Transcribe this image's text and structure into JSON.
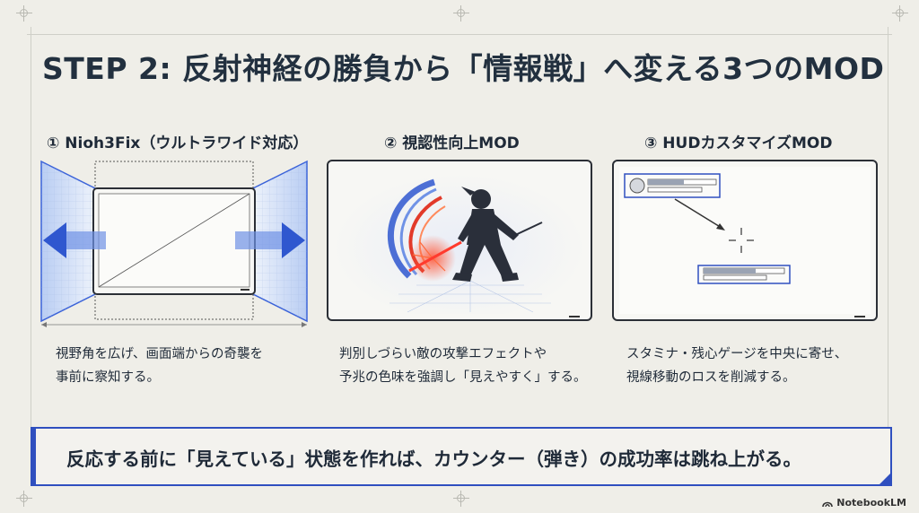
{
  "title": "STEP 2: 反射神経の勝負から「情報戦」へ変える3つのMOD",
  "panels": [
    {
      "heading": "① Nioh3Fix（ウルトラワイド対応）",
      "desc_lines": [
        "視野角を広げ、画面端からの奇襲を",
        "事前に察知する。"
      ]
    },
    {
      "heading": "② 視認性向上MOD",
      "desc_lines": [
        "判別しづらい敵の攻撃エフェクトや",
        "予兆の色味を強調し「見えやすく」する。"
      ]
    },
    {
      "heading": "③ HUDカスタマイズMOD",
      "desc_lines": [
        "スタミナ・残心ゲージを中央に寄せ、",
        "視線移動のロスを削減する。"
      ]
    }
  ],
  "bottom_message": "反応する前に「見えている」状態を作れば、カウンター（弾き）の成功率は跳ね上がる。",
  "watermark": "NotebookLM",
  "icons": [
    "arrow-left-icon",
    "arrow-right-icon",
    "crosshair-icon",
    "notebooklm-logo-icon"
  ],
  "colors": {
    "accent_blue": "#2f4fbf",
    "arrow_blue": "#3b63d9",
    "text_dark": "#1f2a38",
    "background": "#efeee8"
  }
}
